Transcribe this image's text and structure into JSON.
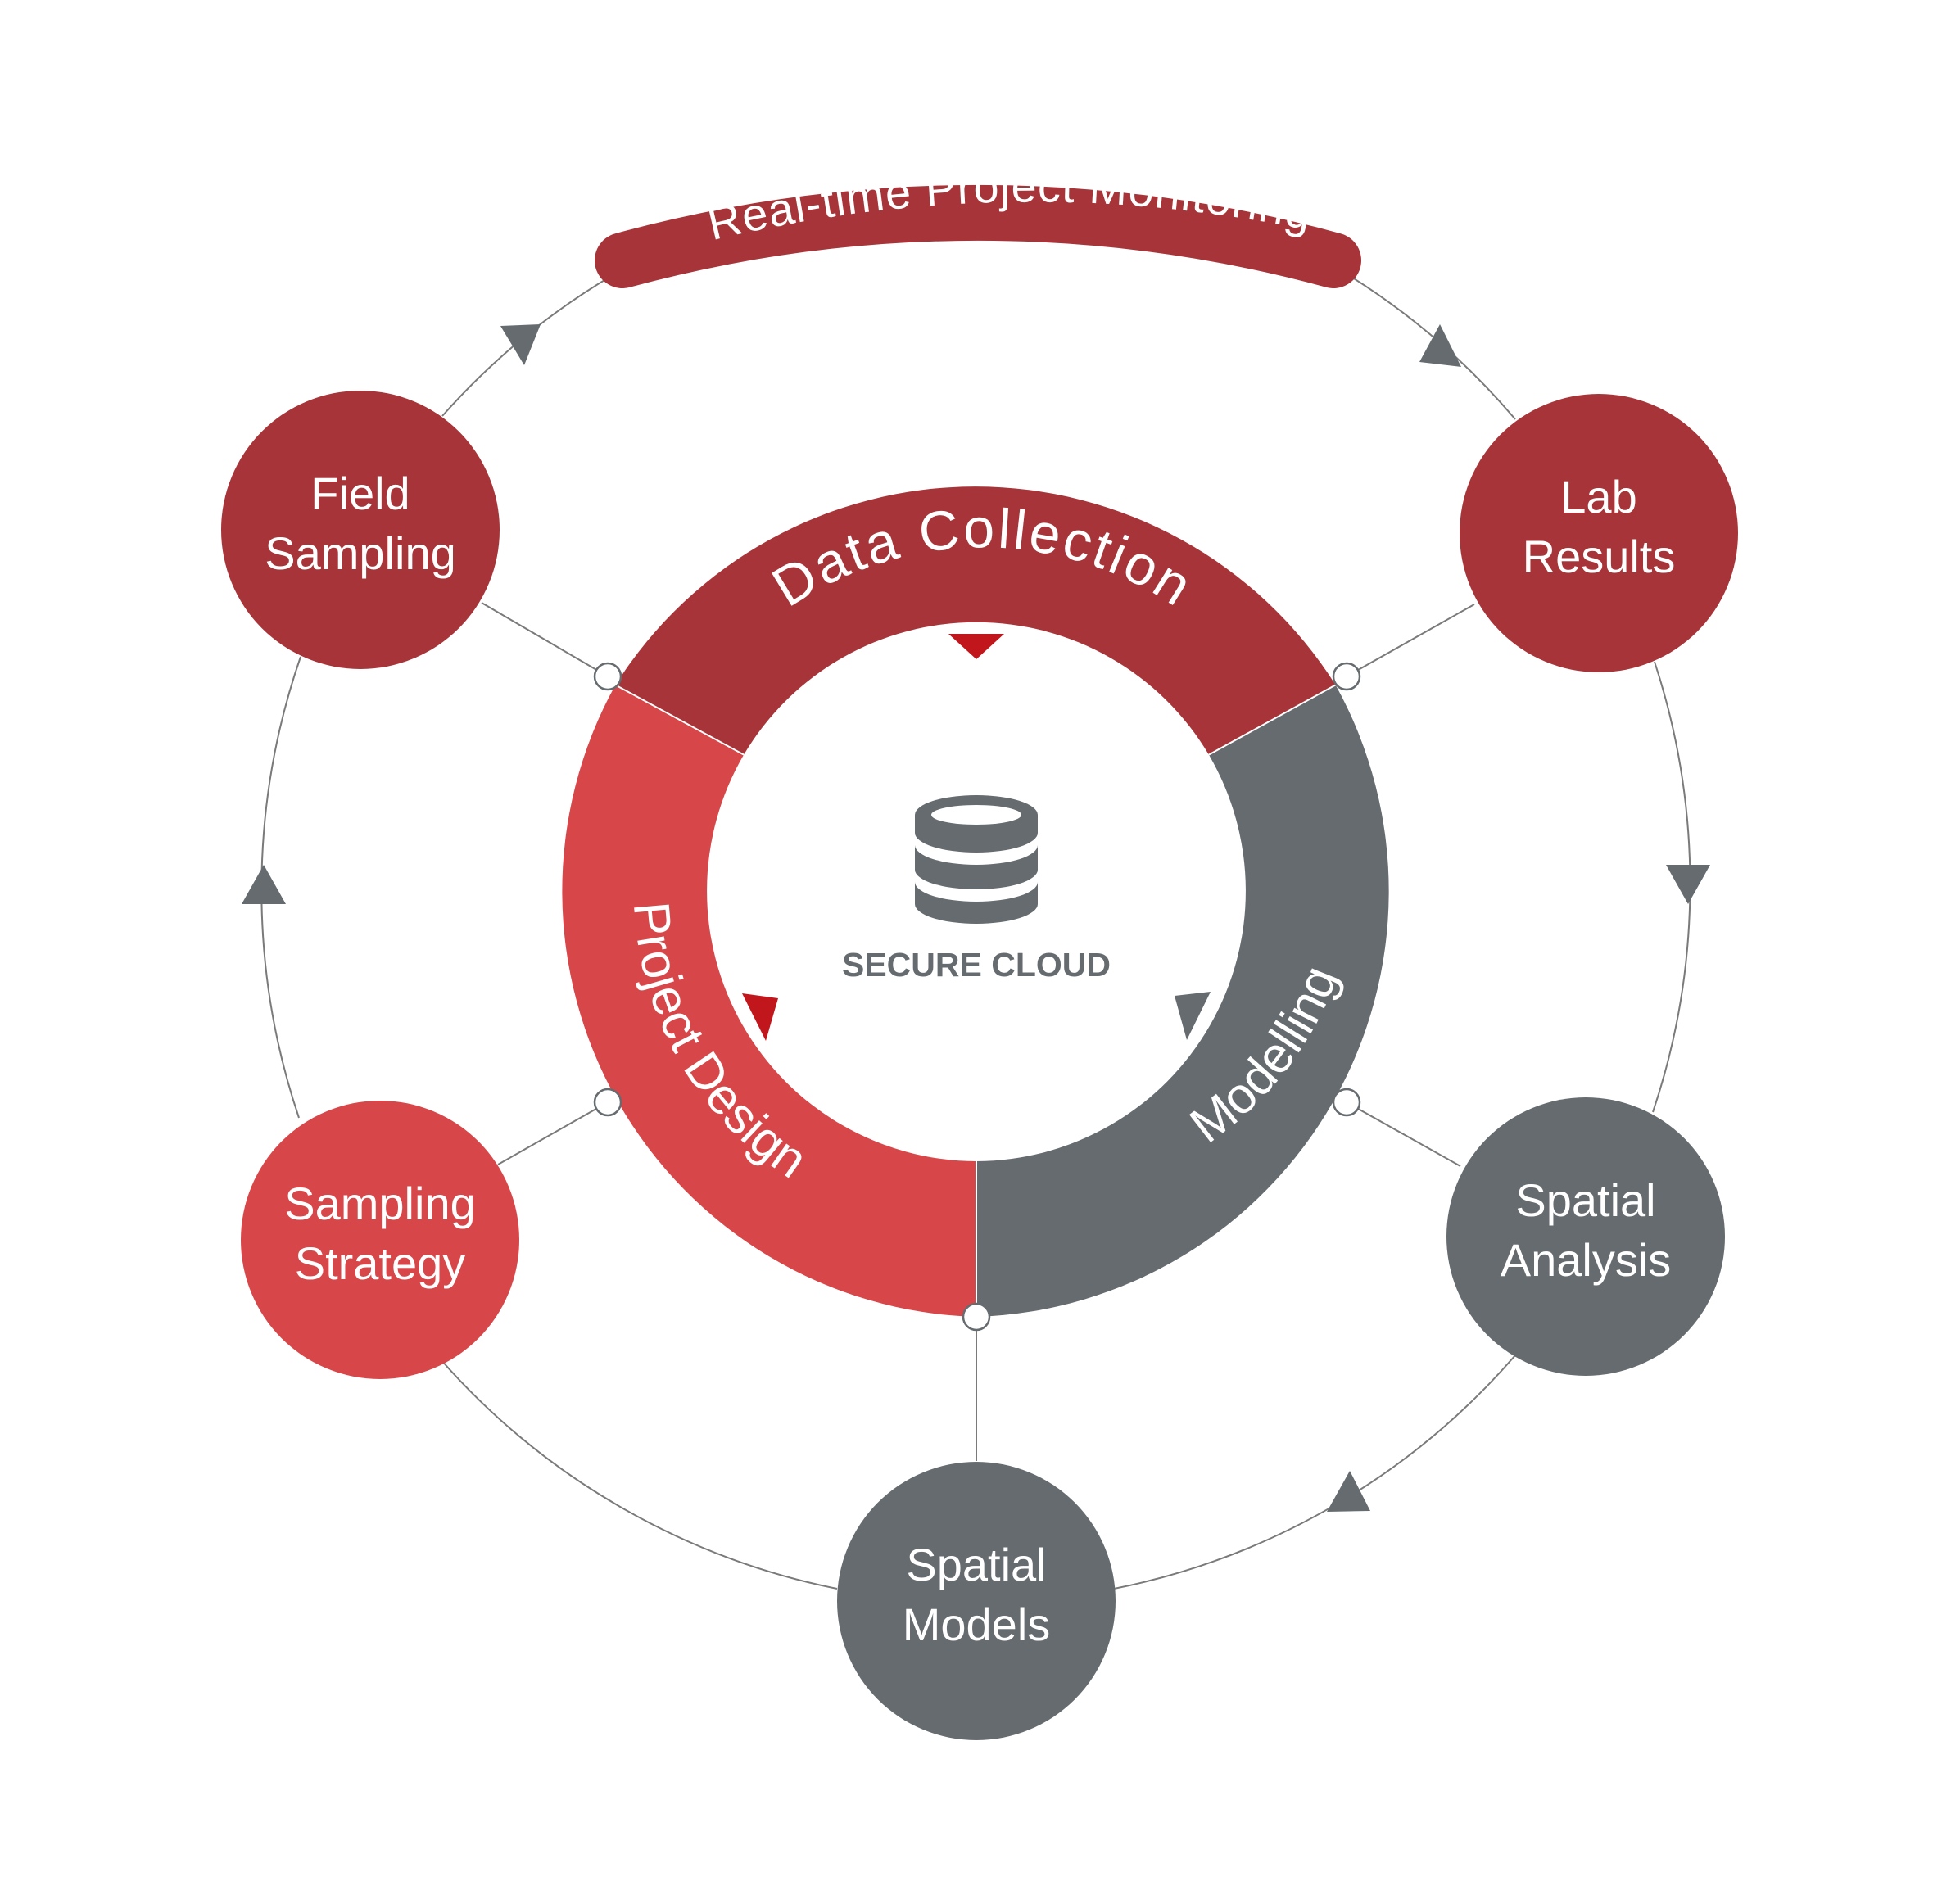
{
  "banner": {
    "label": "Real-time Project Monitoring"
  },
  "ring": {
    "data_collection": "Data Collection",
    "project_design": "Project Design",
    "modelling": "Modelling"
  },
  "center": {
    "icon": "database-icon",
    "label": "SECURE CLOUD"
  },
  "nodes": {
    "field_sampling": {
      "line1": "Field",
      "line2": "Sampling"
    },
    "lab_results": {
      "line1": "Lab",
      "line2": "Results"
    },
    "spatial_analysis": {
      "line1": "Spatial",
      "line2": "Analysis"
    },
    "spatial_models": {
      "line1": "Spatial",
      "line2": "Models"
    },
    "sampling_strategy": {
      "line1": "Sampling",
      "line2": "Strategy"
    }
  },
  "colors": {
    "dark_red": "#a73438",
    "light_red": "#d74649",
    "gray": "#656b6f",
    "bright_red": "#c1161c",
    "line": "#7a7a7a"
  }
}
